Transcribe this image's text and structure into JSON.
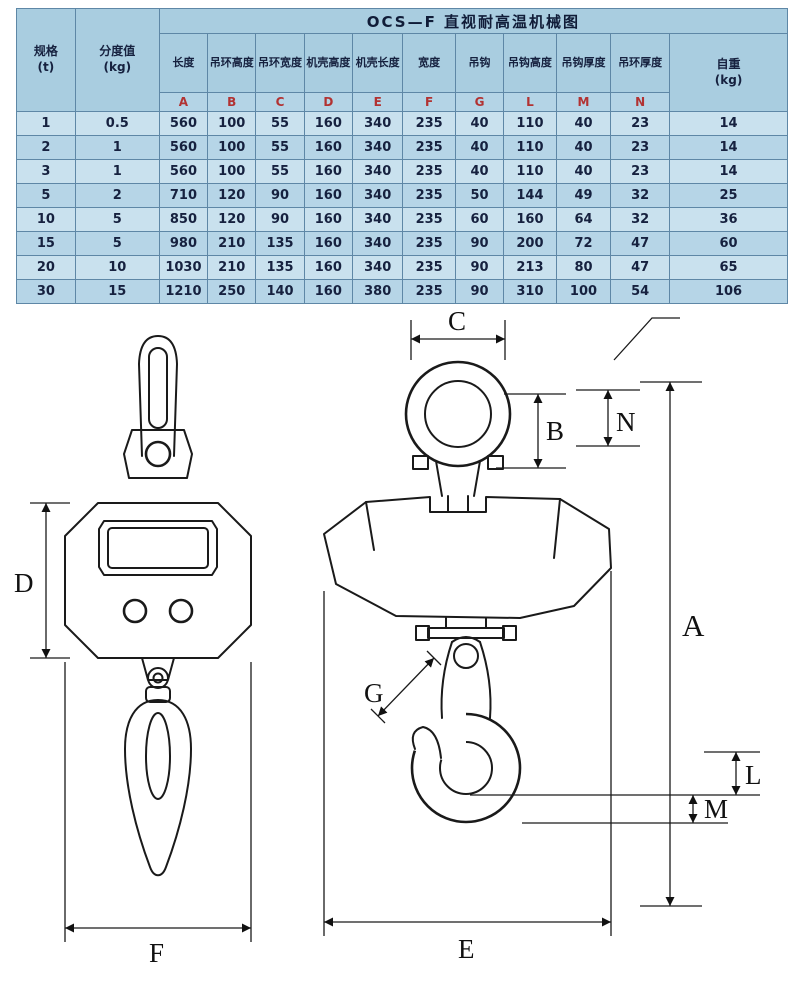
{
  "table": {
    "title": "OCS—F 直视耐高温机械图",
    "spec_header_line1": "规格",
    "spec_header_line2": "(t)",
    "division_header_line1": "分度值",
    "division_header_line2": "(kg)",
    "weight_header_line1": "自重",
    "weight_header_line2": "(kg)",
    "dim_headers": [
      "长度",
      "吊环高度",
      "吊环宽度",
      "机壳高度",
      "机壳长度",
      "宽度",
      "吊钩",
      "吊钩高度",
      "吊钩厚度",
      "吊环厚度"
    ],
    "letter_headers": [
      "A",
      "B",
      "C",
      "D",
      "E",
      "F",
      "G",
      "L",
      "M",
      "N"
    ],
    "rows": [
      {
        "spec": "1",
        "division": "0.5",
        "dims": [
          "560",
          "100",
          "55",
          "160",
          "340",
          "235",
          "40",
          "110",
          "40",
          "23"
        ],
        "weight": "14"
      },
      {
        "spec": "2",
        "division": "1",
        "dims": [
          "560",
          "100",
          "55",
          "160",
          "340",
          "235",
          "40",
          "110",
          "40",
          "23"
        ],
        "weight": "14"
      },
      {
        "spec": "3",
        "division": "1",
        "dims": [
          "560",
          "100",
          "55",
          "160",
          "340",
          "235",
          "40",
          "110",
          "40",
          "23"
        ],
        "weight": "14"
      },
      {
        "spec": "5",
        "division": "2",
        "dims": [
          "710",
          "120",
          "90",
          "160",
          "340",
          "235",
          "50",
          "144",
          "49",
          "32"
        ],
        "weight": "25"
      },
      {
        "spec": "10",
        "division": "5",
        "dims": [
          "850",
          "120",
          "90",
          "160",
          "340",
          "235",
          "60",
          "160",
          "64",
          "32"
        ],
        "weight": "36"
      },
      {
        "spec": "15",
        "division": "5",
        "dims": [
          "980",
          "210",
          "135",
          "160",
          "340",
          "235",
          "90",
          "200",
          "72",
          "47"
        ],
        "weight": "60"
      },
      {
        "spec": "20",
        "division": "10",
        "dims": [
          "1030",
          "210",
          "135",
          "160",
          "340",
          "235",
          "90",
          "213",
          "80",
          "47"
        ],
        "weight": "65"
      },
      {
        "spec": "30",
        "division": "15",
        "dims": [
          "1210",
          "250",
          "140",
          "160",
          "380",
          "235",
          "90",
          "310",
          "100",
          "54"
        ],
        "weight": "106"
      }
    ],
    "colors": {
      "table_background": "#bcd9e9",
      "header_background": "#a9cde0",
      "letter_text": "#b23232",
      "grid_line": "#5e87a6",
      "row_light": "#c9e1ee",
      "row_dark": "#b6d5e7"
    }
  },
  "drawings": {
    "front_view": {
      "labels": {
        "D": "D",
        "F": "F"
      }
    },
    "side_view": {
      "labels": {
        "A": "A",
        "B": "B",
        "C": "C",
        "E": "E",
        "G": "G",
        "L": "L",
        "M": "M",
        "N": "N"
      }
    }
  }
}
